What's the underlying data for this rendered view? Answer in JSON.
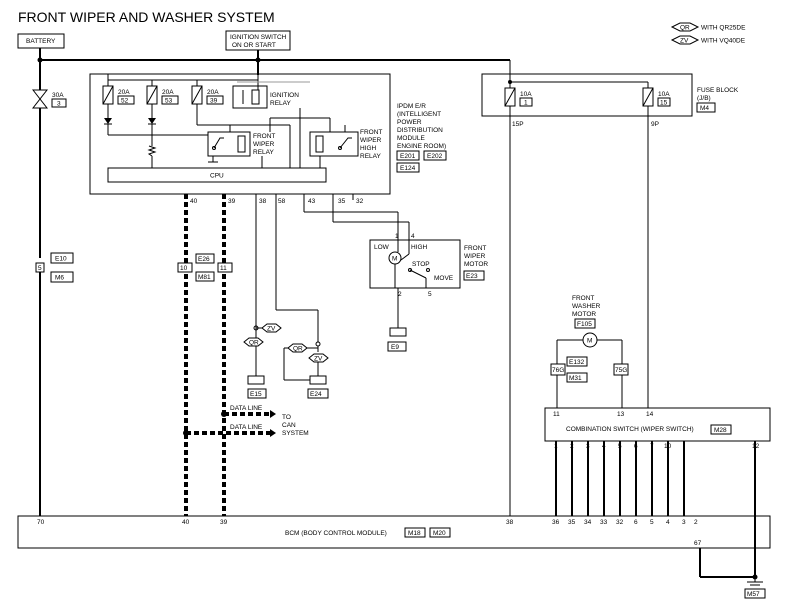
{
  "title": "FRONT WIPER AND WASHER SYSTEM",
  "legend": {
    "qr_code": "QR",
    "qr_text": "WITH QR25DE",
    "zv_code": "ZV",
    "zv_text": "WITH VQ40DE"
  },
  "battery": "BATTERY",
  "ignition_switch": [
    "IGNITION SWITCH",
    "ON OR START"
  ],
  "fuses_left": [
    {
      "amp": "30A",
      "num": "3"
    }
  ],
  "ipdm_fuses": [
    {
      "amp": "20A",
      "num": "52"
    },
    {
      "amp": "20A",
      "num": "53"
    },
    {
      "amp": "20A",
      "num": "39"
    }
  ],
  "ignition_relay": [
    "IGNITION",
    "RELAY"
  ],
  "front_wiper_relay": [
    "FRONT",
    "WIPER",
    "RELAY"
  ],
  "front_wiper_high_relay": [
    "FRONT",
    "WIPER",
    "HIGH",
    "RELAY"
  ],
  "ipdm_label": [
    "IPDM E/R",
    "(INTELLIGENT",
    "POWER",
    "DISTRIBUTION",
    "MODULE",
    "ENGINE ROOM)"
  ],
  "ipdm_connectors": [
    "E201",
    "E202",
    "E124"
  ],
  "cpu": "CPU",
  "ipdm_pins": [
    "40",
    "39",
    "38",
    "58",
    "43",
    "35",
    "32"
  ],
  "fuse_block": [
    "FUSE BLOCK",
    "(J/B)"
  ],
  "fuse_block_conn": "M4",
  "fuse_block_fuses": [
    {
      "amp": "10A",
      "num": "1"
    },
    {
      "amp": "10A",
      "num": "15"
    }
  ],
  "fuse_block_pins": [
    "15P",
    "9P"
  ],
  "e10": {
    "conn": "E10",
    "pin": "5",
    "conn2": "M6"
  },
  "e26": {
    "conn": "E26",
    "pin_l": "10",
    "pin_r": "11",
    "conn2": "M81"
  },
  "wiper_motor": {
    "label": [
      "FRONT",
      "WIPER",
      "MOTOR"
    ],
    "conn": "E23",
    "low": "LOW",
    "high": "HIGH",
    "stop": "STOP",
    "move": "MOVE",
    "motor": "M",
    "top_pins": [
      "1",
      "4"
    ],
    "bottom_pins": [
      "2",
      "5"
    ]
  },
  "grounds": {
    "e9": "E9",
    "e15": "E15",
    "e24": "E24",
    "m57": "M57"
  },
  "zv_tag": "ZV",
  "qr_tag": "QR",
  "data_line_1": "DATA LINE",
  "data_line_2": "DATA LINE",
  "to_can": [
    "TO",
    "CAN",
    "SYSTEM"
  ],
  "washer_motor": {
    "label": [
      "FRONT",
      "WASHER",
      "MOTOR"
    ],
    "conn": "F105",
    "motor": "M",
    "joint_conn": "E132",
    "joint_conn2": "M31",
    "pin_left": "76G",
    "pin_right": "75G"
  },
  "combination_switch": {
    "label": "COMBINATION SWITCH (WIPER SWITCH)",
    "conn": "M28",
    "top_pins": [
      "11",
      "13",
      "14"
    ],
    "bottom_pins": [
      "1",
      "2",
      "3",
      "4",
      "5",
      "6",
      "7",
      "10",
      "12"
    ]
  },
  "bcm": {
    "label": "BCM (BODY CONTROL MODULE)",
    "conn1": "M18",
    "conn2": "M20",
    "top_pins": [
      "70",
      "40",
      "39",
      "38",
      "36",
      "35",
      "34",
      "33",
      "32",
      "6",
      "5",
      "4",
      "3",
      "2"
    ],
    "bottom_pin": "67"
  }
}
